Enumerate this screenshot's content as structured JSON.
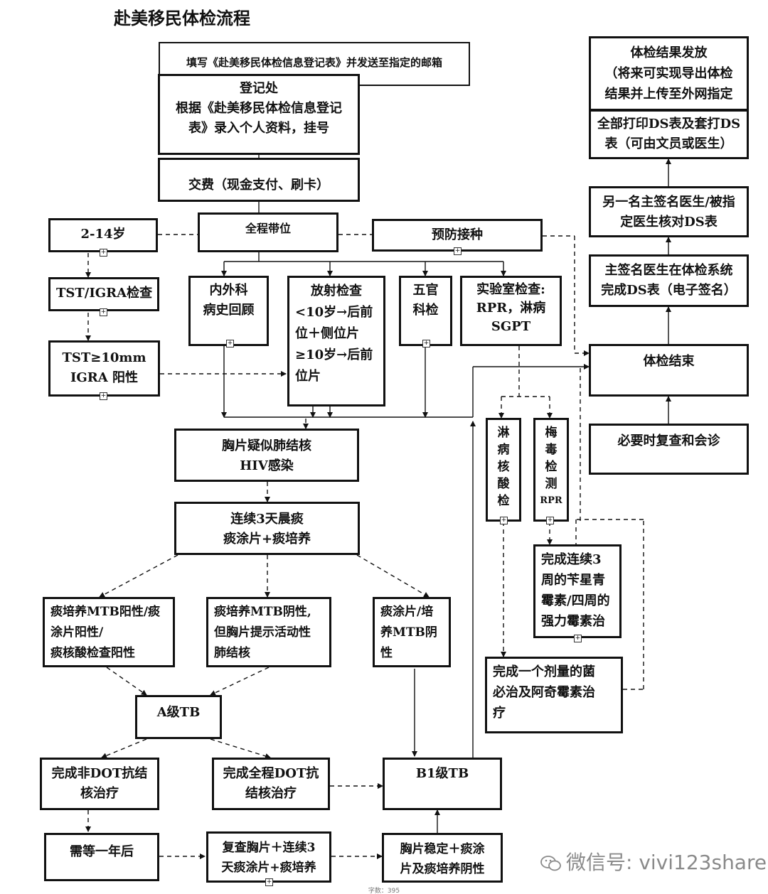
{
  "title": "赴美移民体检流程",
  "nodes": {
    "fill_form": [
      "填写《赴美移民体检信息登记表》并发送至指定的邮箱"
    ],
    "register": [
      "登记处",
      "根据《赴美移民体检信息登记",
      "表》录入个人资料，挂号"
    ],
    "payment": [
      "交费（现金支付、刷卡）"
    ],
    "escort": [
      "全程带位"
    ],
    "age_2_14": [
      "2-14岁"
    ],
    "vaccination": [
      "预防接种"
    ],
    "tst_igra": [
      "TST/IGRA检查"
    ],
    "tst_positive": [
      "TST≥10mm",
      "IGRA 阳性"
    ],
    "history": [
      "内外科",
      "病史回顾"
    ],
    "radiology": [
      "放射检查",
      "<10岁→后前",
      "位＋侧位片",
      "≥10岁→后前",
      "位片"
    ],
    "ent": [
      "五官",
      "科检"
    ],
    "lab": [
      "实验室检查:",
      "RPR，淋病",
      "SGPT"
    ],
    "chest_suspect": [
      "胸片疑似肺结核",
      "HIV感染"
    ],
    "sputum_3days": [
      "连续3天晨痰",
      "痰涂片+痰培养"
    ],
    "mtb_positive": [
      "痰培养MTB阳性/痰",
      "涂片阳性/",
      "痰核酸检查阳性"
    ],
    "mtb_neg_active": [
      "痰培养MTB阴性,",
      "但胸片提示活动性",
      "肺结核"
    ],
    "mtb_negative": [
      "痰涂片/培",
      "养MTB阴",
      "性"
    ],
    "class_a": [
      "A级TB"
    ],
    "non_dot": [
      "完成非DOT抗结",
      "核治疗"
    ],
    "full_dot": [
      "完成全程DOT抗",
      "结核治疗"
    ],
    "class_b1": [
      "B1级TB"
    ],
    "wait_year": [
      "需等一年后"
    ],
    "recheck": [
      "复查胸片＋连续3",
      "天痰涂片+痰培养"
    ],
    "stable": [
      "胸片稳定＋痰涂",
      "片及痰培养阴性"
    ],
    "gonorrhea_test": [
      "淋",
      "病",
      "核",
      "酸",
      "检"
    ],
    "syphilis_test": [
      "梅",
      "毒",
      "检",
      "测",
      "RPR"
    ],
    "penicillin": [
      "完成连续3",
      "周的苄星青",
      "霉素/四周的",
      "强力霉素治"
    ],
    "gonorrhea_treat": [
      "完成一个剂量的菌",
      "必治及阿奇霉素治",
      "疗"
    ],
    "exam_end": [
      "体检结束"
    ],
    "followup": [
      "必要时复查和会诊"
    ],
    "sign_ds": [
      "主签名医生在体检系统",
      "完成DS表（电子签名）"
    ],
    "verify_ds": [
      "另一名主签名医生/被指",
      "定医生核对DS表"
    ],
    "print_ds": [
      "全部打印DS表及套打DS",
      "表（可由文员或医生）"
    ],
    "results": [
      "体检结果发放",
      "（将来可实现导出体检",
      "结果并上传至外网指定"
    ]
  },
  "watermark": "微信号: vivi123share",
  "footer_text": "字数：395",
  "colors": {
    "line": "#111111",
    "watermark": "#8a8a8a"
  }
}
